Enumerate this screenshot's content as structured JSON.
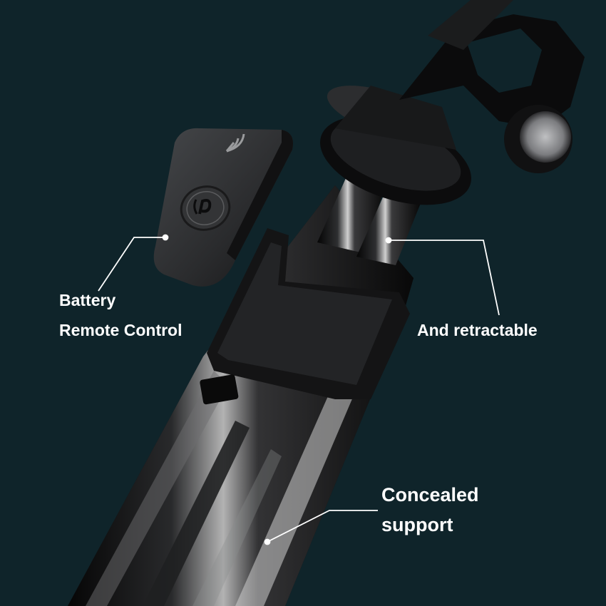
{
  "annotations": {
    "remote_line1": "Battery",
    "remote_line2": "Remote Control",
    "retractable": "And retractable",
    "support_line1": "Concealed",
    "support_line2": "support"
  },
  "colors": {
    "background": "#0f242a",
    "metal_dark": "#0b0b0c",
    "metal_mid": "#3a3b3d",
    "highlight": "#d8d8d8",
    "remote_body": "#2b2c2e",
    "text": "#ffffff"
  },
  "icons": [
    "signal-icon",
    "power-logo-icon"
  ]
}
